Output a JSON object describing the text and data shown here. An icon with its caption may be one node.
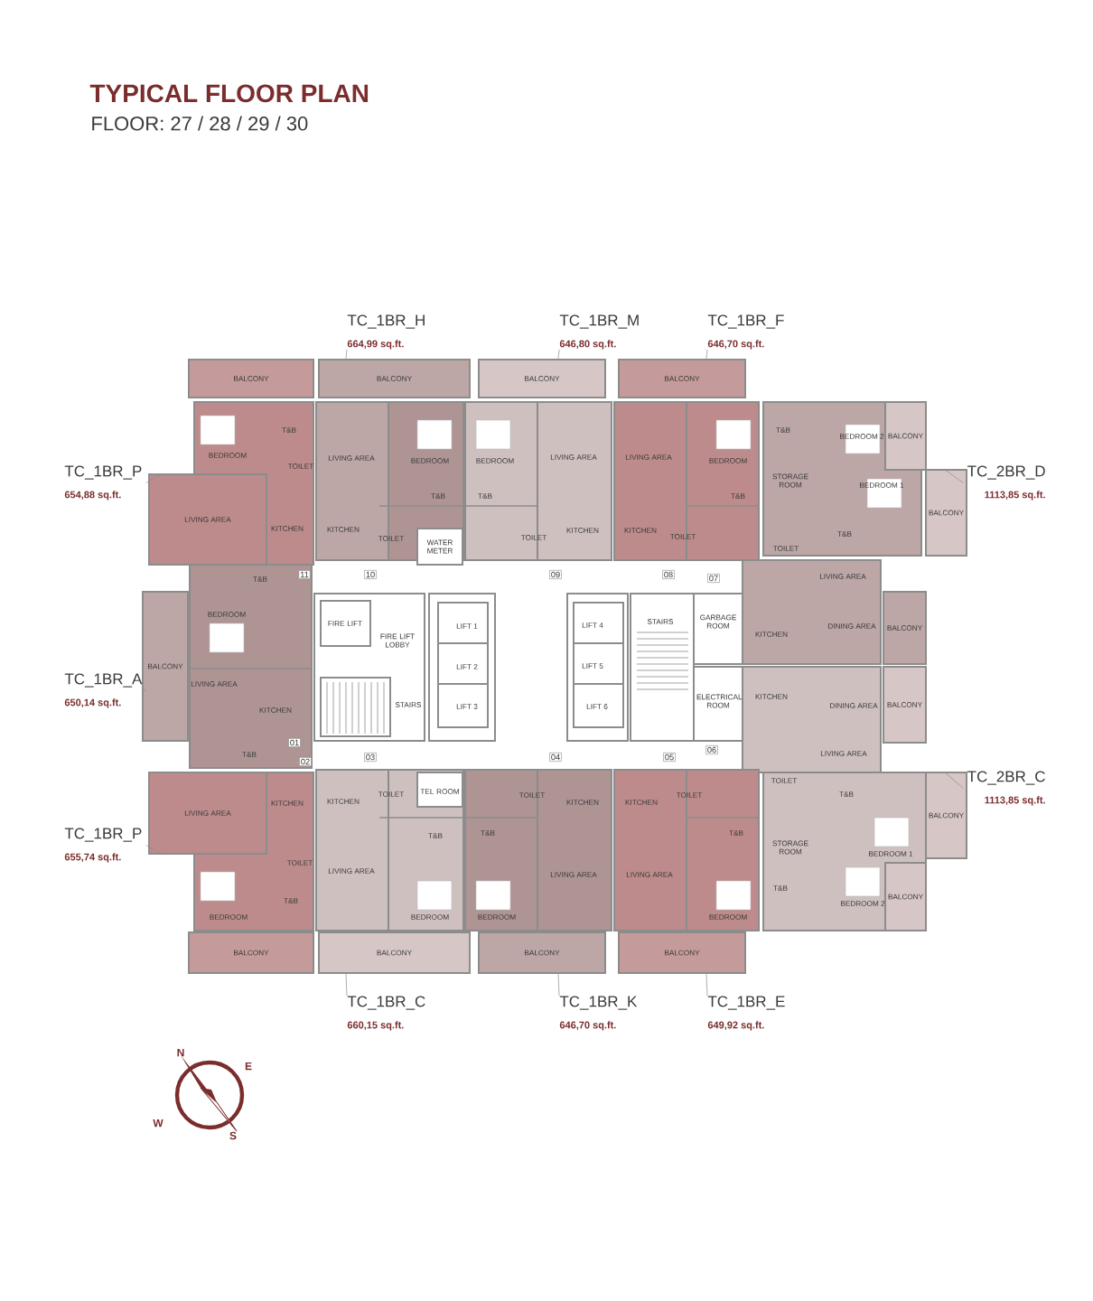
{
  "diagram": {
    "title": "TYPICAL FLOOR PLAN",
    "nodes": [
      {
        "text": [
          "TC_1BR_H",
          "664,99 sq.ft."
        ]
      },
      {
        "text": [
          "TC_1BR_M",
          "646,80 sq.ft."
        ]
      },
      {
        "text": [
          "TC_1BR_F",
          "646,70 sq.ft."
        ]
      },
      {
        "text": [
          "TC_1BR_P",
          "654,88 sq.ft."
        ]
      },
      {
        "text": [
          "TC_2BR_D",
          "1113,85 sq.ft."
        ]
      },
      {
        "text": [
          "TC_1BR_A",
          "650,14 sq.ft."
        ]
      },
      {
        "text": [
          "TC_2BR_C",
          "1113,85 sq.ft."
        ]
      },
      {
        "text": [
          "TC_1BR_P",
          "655,74 sq.ft."
        ]
      },
      {
        "text": [
          "TC_1BR_C",
          "660,15 sq.ft."
        ]
      },
      {
        "text": [
          "TC_1BR_K",
          "646,70 sq.ft."
        ]
      },
      {
        "text": [
          "TC_1BR_E",
          "649,92 sq.ft."
        ]
      },
      {
        "text": [
          "BALCONY"
        ]
      },
      {
        "text": [
          "BALCONY"
        ]
      },
      {
        "text": [
          "BALCONY"
        ]
      },
      {
        "text": [
          "LIVING AREA"
        ]
      },
      {
        "text": [
          "BALCONY"
        ]
      },
      {
        "text": [
          "BALCONY"
        ]
      },
      {
        "text": [
          "BALCONY"
        ]
      },
      {
        "text": [
          "LIVING AREA"
        ]
      },
      {
        "text": [
          "BALCONY"
        ]
      },
      {
        "text": [
          "BALCONY"
        ]
      },
      {
        "text": [
          "BALCONY"
        ]
      },
      {
        "text": [
          "BALCONY"
        ]
      },
      {
        "text": [
          "BALCONY"
        ]
      },
      {
        "text": [
          "BALCONY"
        ]
      },
      {
        "text": [
          "BALCONY"
        ]
      },
      {
        "text": [
          "BALCONY"
        ]
      },
      {
        "text": [
          "BALCONY"
        ]
      }
    ],
    "edges": [
      {
        "from": 0,
        "to": 11,
        "arrow": "none"
      },
      {
        "from": 1,
        "to": 12,
        "arrow": "none"
      },
      {
        "from": 2,
        "to": 13,
        "arrow": "none"
      },
      {
        "from": 3,
        "to": 14,
        "arrow": "none"
      },
      {
        "from": 4,
        "to": 15,
        "arrow": "none"
      },
      {
        "from": 5,
        "to": 16,
        "arrow": "none"
      },
      {
        "from": 6,
        "to": 17,
        "arrow": "none"
      },
      {
        "from": 7,
        "to": 18,
        "arrow": "none"
      },
      {
        "from": 8,
        "to": 19,
        "arrow": "none"
      },
      {
        "from": 9,
        "to": 20,
        "arrow": "none"
      },
      {
        "from": 10,
        "to": 21,
        "arrow": "none"
      }
    ],
    "labels": [
      "FLOOR: 27 / 28 / 29 / 30",
      "BEDROOM",
      "T&B",
      "TOILET",
      "KITCHEN",
      "LIVING AREA",
      "BEDROOM",
      "T&B",
      "KITCHEN",
      "TOILET",
      "WATER METER",
      "BEDROOM",
      "T&B",
      "LIVING AREA",
      "TOILET",
      "KITCHEN",
      "LIVING AREA",
      "BEDROOM",
      "T&B",
      "KITCHEN",
      "TOILET",
      "T&B",
      "BEDROOM 2",
      "STORAGE ROOM",
      "BEDROOM 1",
      "T&B",
      "TOILET",
      "T&B",
      "11",
      "10",
      "09",
      "08",
      "07",
      "BEDROOM",
      "LIVING AREA",
      "KITCHEN",
      "T&B",
      "FIRE LIFT",
      "FIRE LIFT LOBBY",
      "STAIRS",
      "LIFT 1",
      "LIFT 2",
      "LIFT 3",
      "LIFT 4",
      "LIFT 5",
      "LIFT 6",
      "STAIRS",
      "GARBAGE ROOM",
      "ELECTRICAL ROOM",
      "LIVING AREA",
      "KITCHEN",
      "DINING AREA",
      "KITCHEN",
      "DINING AREA",
      "LIVING AREA",
      "01",
      "02",
      "03",
      "04",
      "05",
      "06",
      "KITCHEN",
      "TOILET",
      "BEDROOM",
      "T&B",
      "TOILET",
      "KITCHEN",
      "TEL ROOM",
      "T&B",
      "LIVING AREA",
      "BEDROOM",
      "TOILET",
      "T&B",
      "KITCHEN",
      "BEDROOM",
      "LIVING AREA",
      "KITCHEN",
      "TOILET",
      "T&B",
      "LIVING AREA",
      "BEDROOM",
      "TOILET",
      "T&B",
      "BEDROOM 1",
      "STORAGE ROOM",
      "T&B",
      "BEDROOM 2",
      "N",
      "E",
      "W",
      "S"
    ]
  }
}
